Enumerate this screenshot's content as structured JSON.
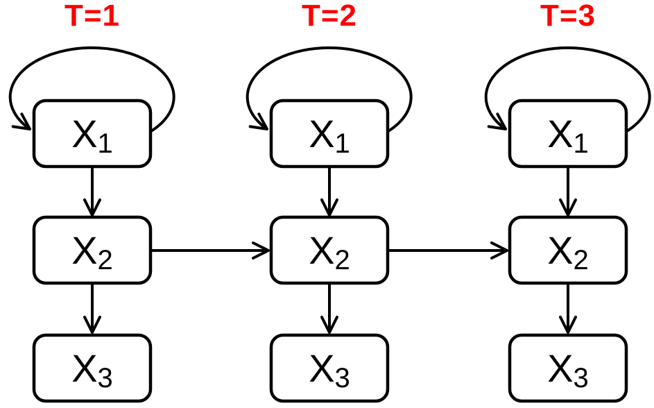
{
  "diagram": {
    "description": "Three time-slice graphical model with self-loop on X1, chains X1 to X2 to X3, and X2 linked across consecutive time slices",
    "colors": {
      "background": "#ffffff",
      "node_fill": "#ffffff",
      "node_border": "#000000",
      "arrow": "#000000",
      "time_label": "#ff0000"
    },
    "columns": [
      {
        "time_label": "T=1",
        "nodes": [
          {
            "base": "X",
            "sub": "1"
          },
          {
            "base": "X",
            "sub": "2"
          },
          {
            "base": "X",
            "sub": "3"
          }
        ]
      },
      {
        "time_label": "T=2",
        "nodes": [
          {
            "base": "X",
            "sub": "1"
          },
          {
            "base": "X",
            "sub": "2"
          },
          {
            "base": "X",
            "sub": "3"
          }
        ]
      },
      {
        "time_label": "T=3",
        "nodes": [
          {
            "base": "X",
            "sub": "1"
          },
          {
            "base": "X",
            "sub": "2"
          },
          {
            "base": "X",
            "sub": "3"
          }
        ]
      }
    ],
    "edges_within_each_slice": [
      {
        "from": "X1",
        "to": "X1",
        "style": "self-loop"
      },
      {
        "from": "X1",
        "to": "X2",
        "style": "arrow"
      },
      {
        "from": "X2",
        "to": "X3",
        "style": "arrow"
      }
    ],
    "edges_between_slices": [
      {
        "from": "X2 at T=1",
        "to": "X2 at T=2",
        "style": "arrow"
      },
      {
        "from": "X2 at T=2",
        "to": "X2 at T=3",
        "style": "arrow"
      }
    ]
  }
}
